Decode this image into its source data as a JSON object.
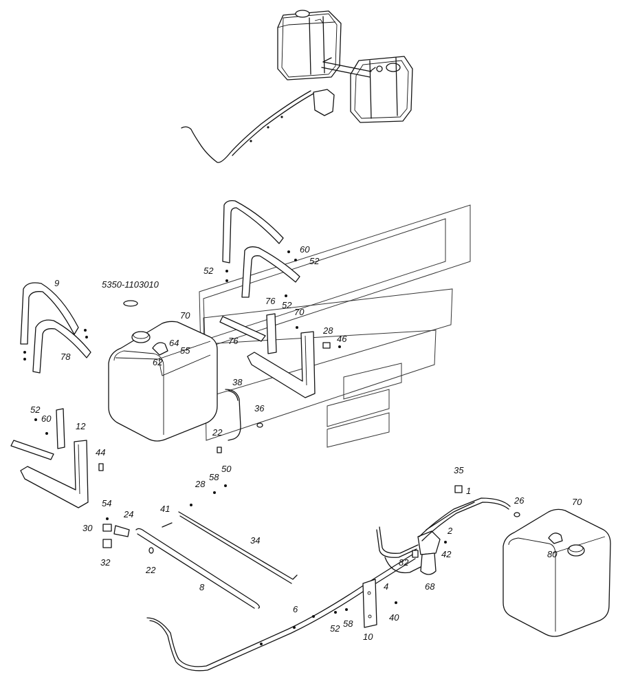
{
  "labels": [
    {
      "id": "l9",
      "text": "9"
    },
    {
      "id": "l78",
      "text": "78"
    },
    {
      "id": "lassy",
      "text": "5350-1103010"
    },
    {
      "id": "l70a",
      "text": "70"
    },
    {
      "id": "l64",
      "text": "64"
    },
    {
      "id": "l62",
      "text": "62"
    },
    {
      "id": "l55",
      "text": "55"
    },
    {
      "id": "l76a",
      "text": "76"
    },
    {
      "id": "l76b",
      "text": "76"
    },
    {
      "id": "l52a",
      "text": "52"
    },
    {
      "id": "l70b",
      "text": "70"
    },
    {
      "id": "l60a",
      "text": "60"
    },
    {
      "id": "l52b",
      "text": "52"
    },
    {
      "id": "l52c",
      "text": "52"
    },
    {
      "id": "l28a",
      "text": "28"
    },
    {
      "id": "l46",
      "text": "46"
    },
    {
      "id": "l38",
      "text": "38"
    },
    {
      "id": "l36",
      "text": "36"
    },
    {
      "id": "l22a",
      "text": "22"
    },
    {
      "id": "l52d",
      "text": "52"
    },
    {
      "id": "l60b",
      "text": "60"
    },
    {
      "id": "l12",
      "text": "12"
    },
    {
      "id": "l44",
      "text": "44"
    },
    {
      "id": "l54",
      "text": "54"
    },
    {
      "id": "l30",
      "text": "30"
    },
    {
      "id": "l32",
      "text": "32"
    },
    {
      "id": "l24",
      "text": "24"
    },
    {
      "id": "l41",
      "text": "41"
    },
    {
      "id": "l22b",
      "text": "22"
    },
    {
      "id": "l28b",
      "text": "28"
    },
    {
      "id": "l58a",
      "text": "58"
    },
    {
      "id": "l50",
      "text": "50"
    },
    {
      "id": "l34",
      "text": "34"
    },
    {
      "id": "l8",
      "text": "8"
    },
    {
      "id": "l6",
      "text": "6"
    },
    {
      "id": "l52e",
      "text": "52"
    },
    {
      "id": "l58b",
      "text": "58"
    },
    {
      "id": "l10",
      "text": "10"
    },
    {
      "id": "l4",
      "text": "4"
    },
    {
      "id": "l40",
      "text": "40"
    },
    {
      "id": "l82",
      "text": "82"
    },
    {
      "id": "l68",
      "text": "68"
    },
    {
      "id": "l42",
      "text": "42"
    },
    {
      "id": "l2",
      "text": "2"
    },
    {
      "id": "l1",
      "text": "1"
    },
    {
      "id": "l35",
      "text": "35"
    },
    {
      "id": "l26",
      "text": "26"
    },
    {
      "id": "l70c",
      "text": "70"
    },
    {
      "id": "l80",
      "text": "80"
    }
  ]
}
